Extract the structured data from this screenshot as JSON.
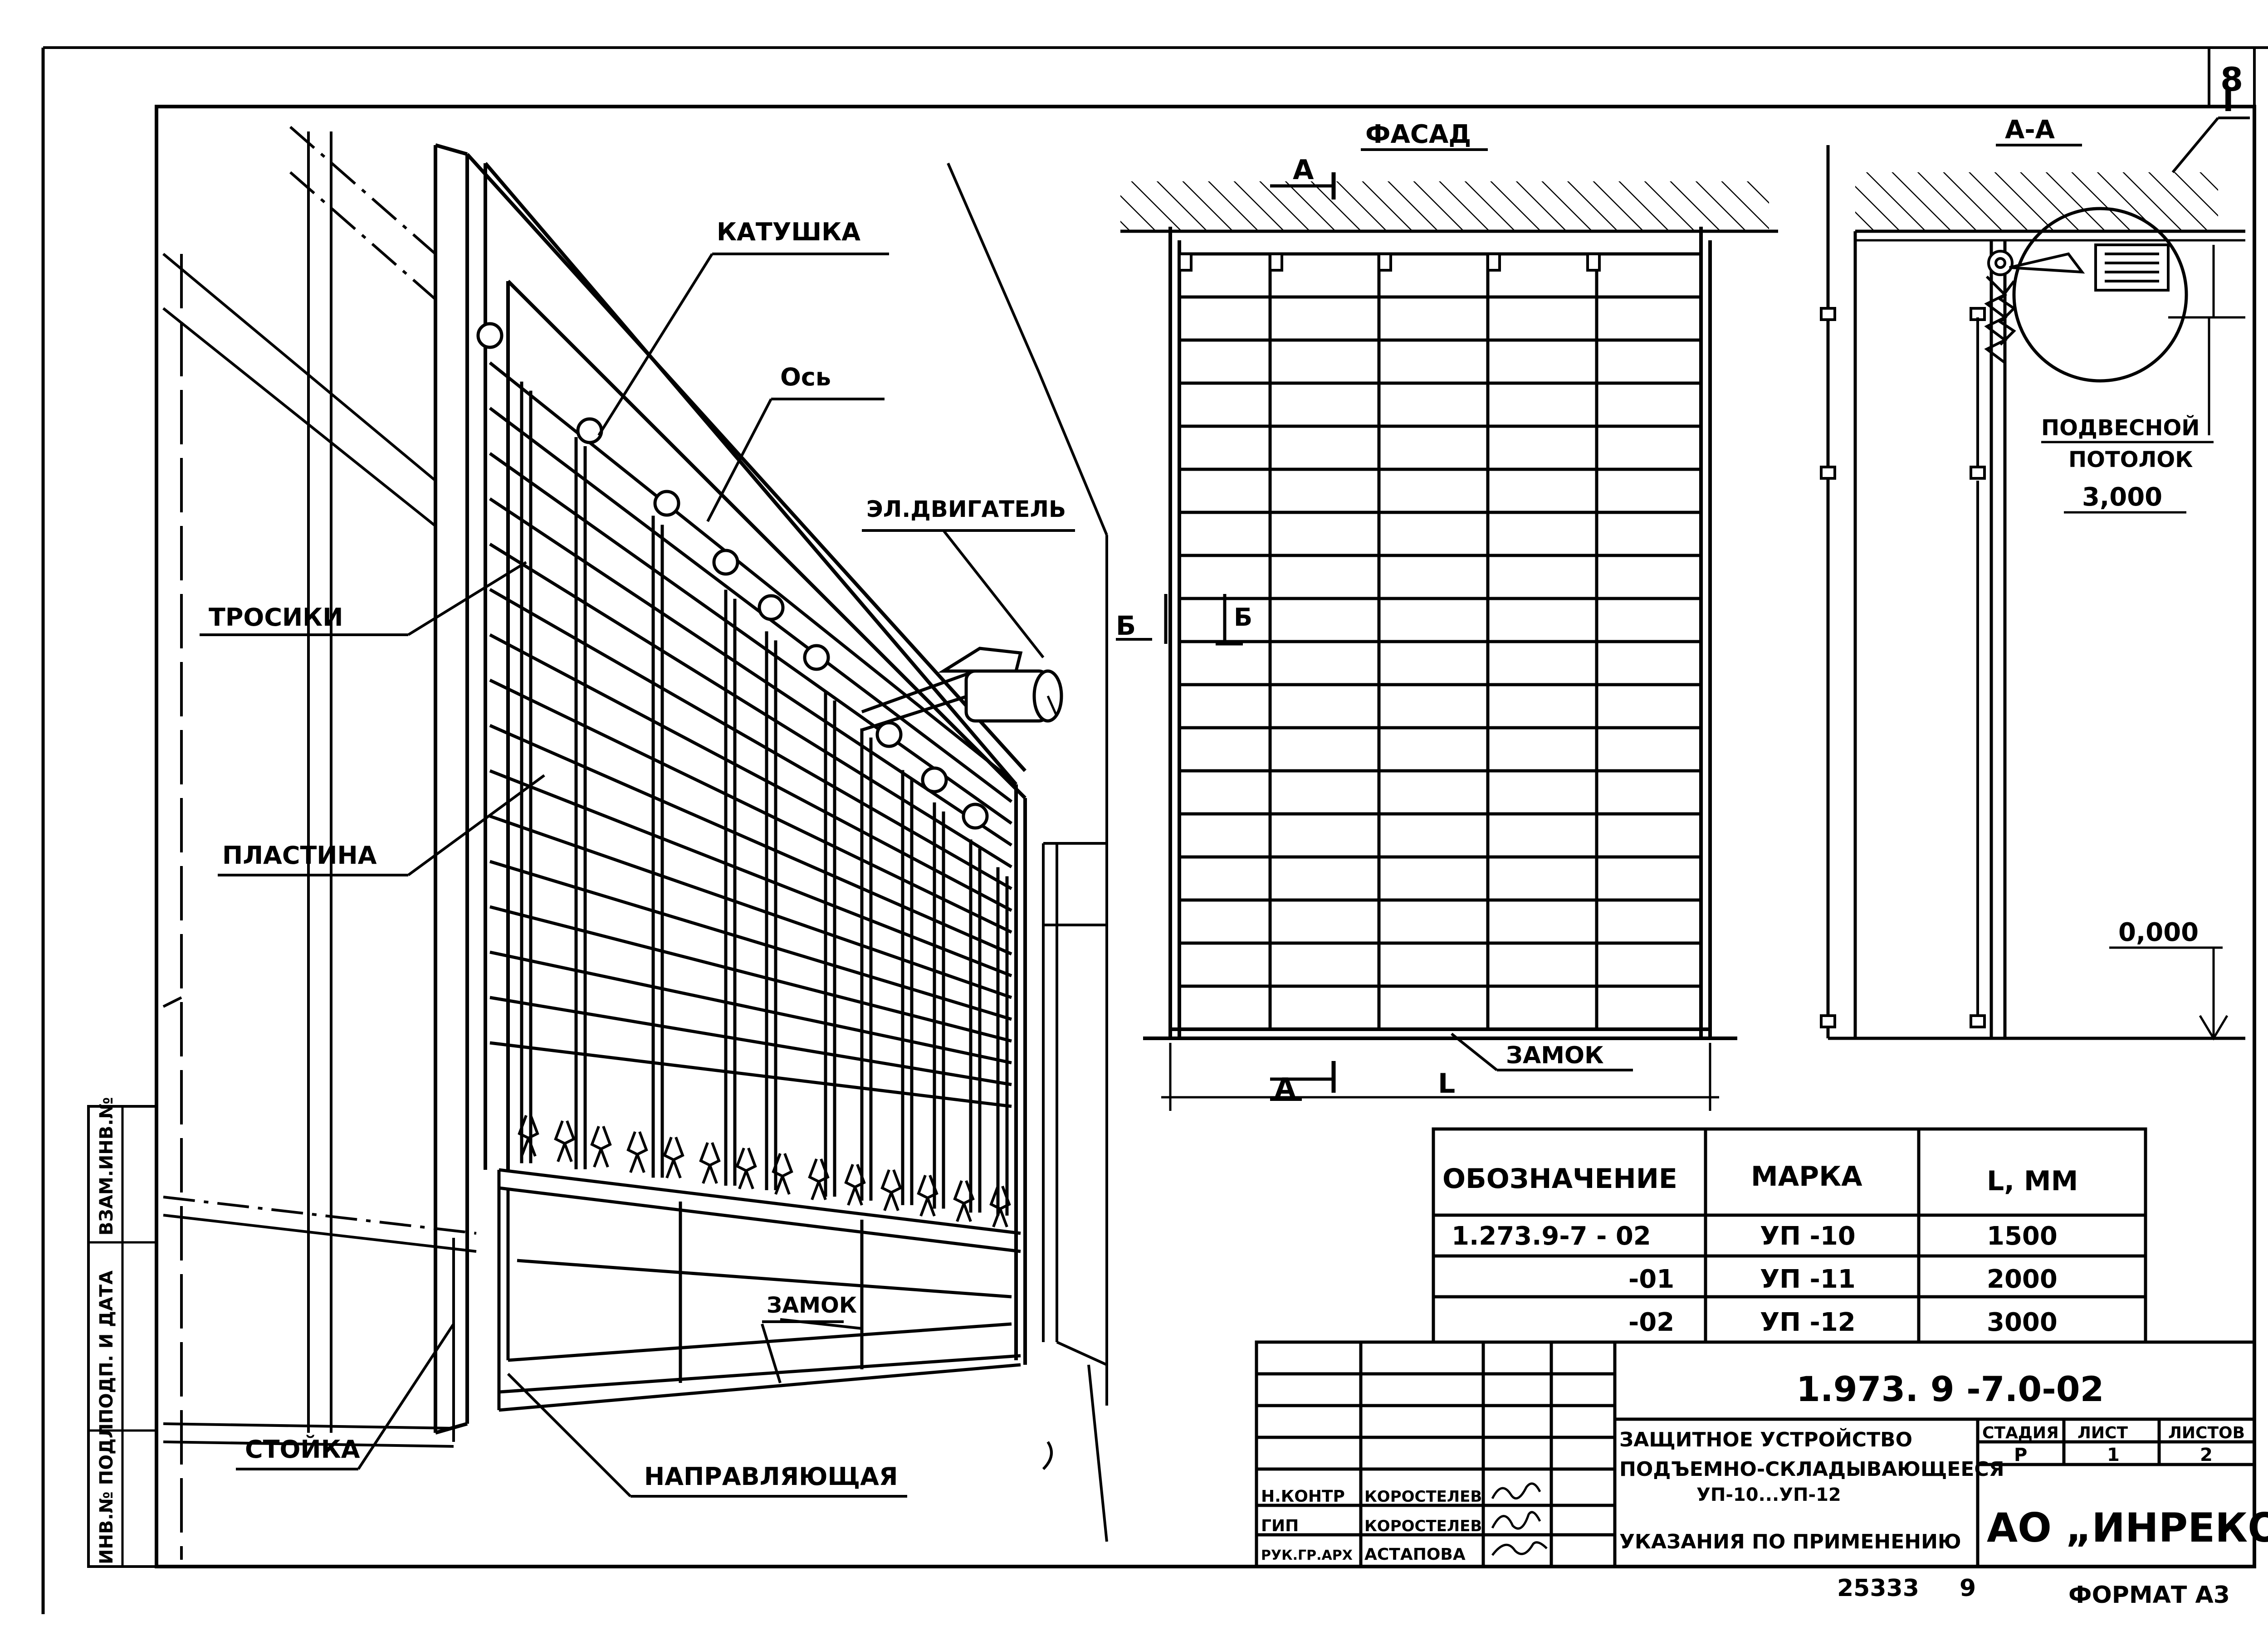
{
  "sheet": {
    "page_number": "8",
    "format_label": "ФОРМАТ А3",
    "archive_number": "25333",
    "archive_sheet": "9"
  },
  "side_stamp": {
    "col1": "ИНВ.№ ПОДЛ.",
    "col2": "ПОДП. И ДАТА",
    "col3": "ВЗАМ.ИНВ.№"
  },
  "perspective": {
    "labels": {
      "katushka": "КАТУШКА",
      "os": "Ось",
      "motor": "ЭЛ.ДВИГАТЕЛЬ",
      "trosiki": "ТРОСИКИ",
      "plastina": "ПЛАСТИНА",
      "zamok": "ЗАМОК",
      "stoyka": "СТОЙКА",
      "napravlyayushchaya": "НАПРАВЛЯЮЩАЯ"
    }
  },
  "facade": {
    "title": "ФАСАД",
    "section_a_top": "А",
    "section_a_bottom": "А",
    "section_b_left": "Б",
    "section_b_right": "Б",
    "dimension_l": "L",
    "lock_label": "ЗАМОК"
  },
  "section_aa": {
    "title": "А-А",
    "detail_marker": "I",
    "ceiling_line1": "ПОДВЕСНОЙ",
    "ceiling_line2": "ПОТОЛОК",
    "ceiling_level": "3,000",
    "floor_level": "0,000"
  },
  "spec_table": {
    "headers": [
      "ОБОЗНАЧЕНИЕ",
      "МАРКА",
      "L, ММ"
    ],
    "rows": [
      [
        "1.273.9-7 - 02",
        "УП -10",
        "1500"
      ],
      [
        "-01",
        "УП -11",
        "2000"
      ],
      [
        "-02",
        "УП -12",
        "3000"
      ]
    ]
  },
  "title_block": {
    "code": "1.973. 9 -7.0-02",
    "desc_line1": "ЗАЩИТНОЕ УСТРОЙСТВО",
    "desc_line2": "ПОДЪЕМНО-СКЛАДЫВАЮЩЕЕСЯ",
    "desc_line3": "УП-10...УП-12",
    "desc_line4": "УКАЗАНИЯ ПО ПРИМЕНЕНИЮ",
    "stage_header": "СТАДИЯ",
    "sheet_header": "ЛИСТ",
    "sheets_header": "ЛИСТОВ",
    "stage": "Р",
    "sheet": "1",
    "sheets": "2",
    "company": "АО „ИНРЕКОН\"",
    "signers": [
      {
        "role": "Н.КОНТР",
        "name": "КОРОСТЕЛЕВ"
      },
      {
        "role": "ГИП",
        "name": "КОРОСТЕЛЕВ"
      },
      {
        "role": "РУК.ГР.АРХ",
        "name": "АСТАПОВА"
      }
    ]
  }
}
